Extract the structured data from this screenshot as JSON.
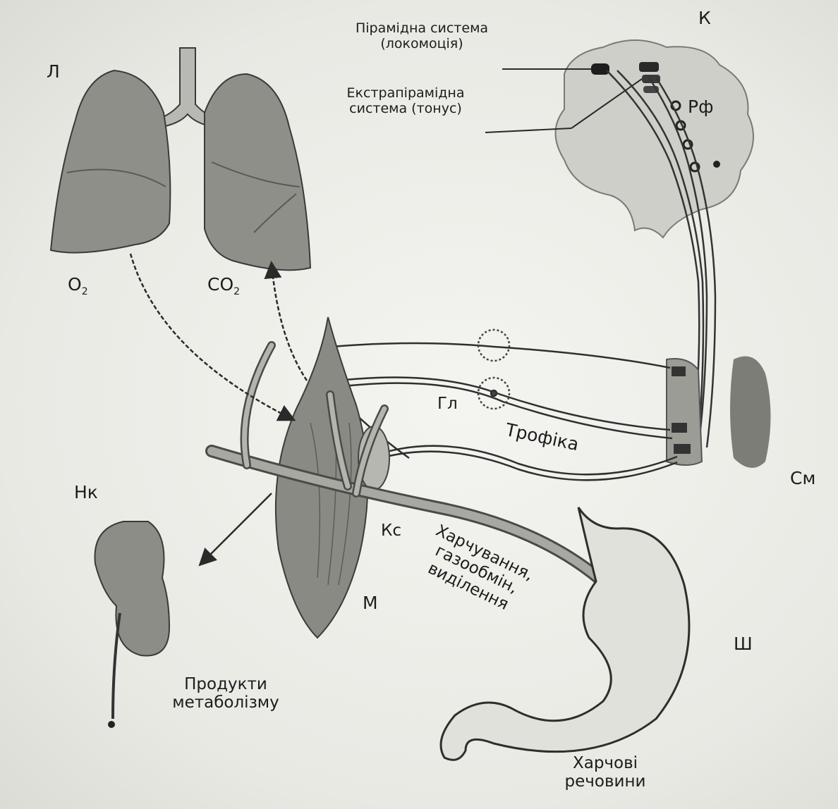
{
  "labels": {
    "lungs": "Л",
    "o2": "O",
    "co2": "CO",
    "o2_sub": "2",
    "co2_sub": "2",
    "cortex": "К",
    "reticular": "Рф",
    "pyramidal_line1": "Пірамідна система",
    "pyramidal_line2": "(локомоція)",
    "extrapyramidal_line1": "Екстрапірамідна",
    "extrapyramidal_line2": "система (тонус)",
    "spinal_cord": "См",
    "ganglion": "Гл",
    "trophic": "Трофіка",
    "kidney": "Нк",
    "blood_vessel": "Кс",
    "muscle": "М",
    "stomach": "Ш",
    "functions_line1": "Харчування,",
    "functions_line2": "газообмін,",
    "functions_line3": "виділення",
    "metabolism_line1": "Продукти",
    "metabolism_line2": "метаболізму",
    "nutrients_line1": "Харчові",
    "nutrients_line2": "речовини"
  }
}
